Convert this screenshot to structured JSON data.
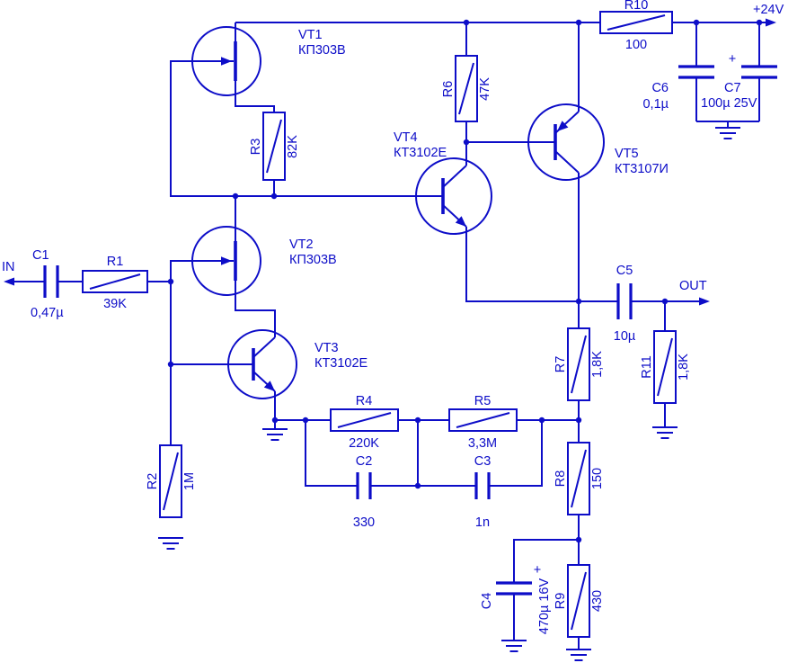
{
  "ports": {
    "in": "IN",
    "out": "OUT",
    "supply": "+24V"
  },
  "components": {
    "vt1": {
      "ref": "VT1",
      "type": "КП303В"
    },
    "vt2": {
      "ref": "VT2",
      "type": "КП303В"
    },
    "vt3": {
      "ref": "VT3",
      "type": "КТ3102Е"
    },
    "vt4": {
      "ref": "VT4",
      "type": "КТ3102Е"
    },
    "vt5": {
      "ref": "VT5",
      "type": "КТ3107И"
    },
    "r1": {
      "ref": "R1",
      "value": "39K"
    },
    "r2": {
      "ref": "R2",
      "value": "1M"
    },
    "r3": {
      "ref": "R3",
      "value": "82K"
    },
    "r4": {
      "ref": "R4",
      "value": "220K"
    },
    "r5": {
      "ref": "R5",
      "value": "3,3M"
    },
    "r6": {
      "ref": "R6",
      "value": "47K"
    },
    "r7": {
      "ref": "R7",
      "value": "1,8K"
    },
    "r8": {
      "ref": "R8",
      "value": "150"
    },
    "r9": {
      "ref": "R9",
      "value": "430"
    },
    "r10": {
      "ref": "R10",
      "value": "100"
    },
    "r11": {
      "ref": "R11",
      "value": "1,8K"
    },
    "c1": {
      "ref": "C1",
      "value": "0,47µ"
    },
    "c2": {
      "ref": "C2",
      "value": "330"
    },
    "c3": {
      "ref": "C3",
      "value": "1n"
    },
    "c4": {
      "ref": "C4",
      "value": "470µ 16V",
      "polarity_mark": "+"
    },
    "c5": {
      "ref": "C5",
      "value": "10µ"
    },
    "c6": {
      "ref": "C6",
      "value": "0,1µ"
    },
    "c7": {
      "ref": "C7",
      "value": "100µ 25V",
      "polarity_mark": "+"
    }
  },
  "colors": {
    "ink": "#0d0dc8",
    "background": "#ffffff"
  }
}
